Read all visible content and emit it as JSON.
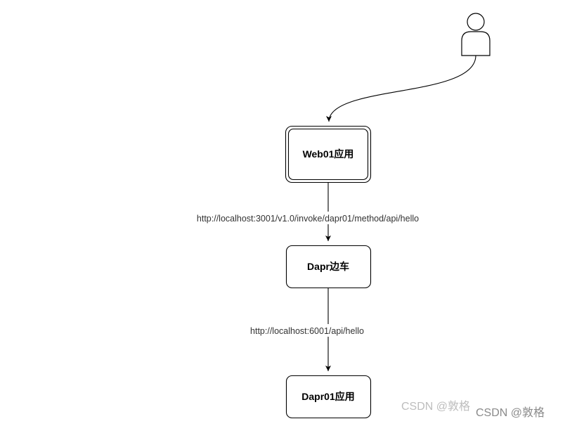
{
  "nodes": {
    "web01": {
      "label": "Web01应用"
    },
    "sidecar": {
      "label": "Dapr边车"
    },
    "dapr01": {
      "label": "Dapr01应用"
    }
  },
  "edges": {
    "web_to_sidecar": {
      "label": "http://localhost:3001/v1.0/invoke/dapr01/method/api/hello"
    },
    "sidecar_to_app": {
      "label": "http://localhost:6001/api/hello"
    }
  },
  "actor": {
    "icon": "user-icon"
  },
  "watermark": {
    "back": "CSDN @敦格",
    "front": "CSDN @敦格"
  },
  "colors": {
    "stroke": "#000000",
    "text": "#000000",
    "edge_text": "#333333",
    "background": "#ffffff"
  }
}
